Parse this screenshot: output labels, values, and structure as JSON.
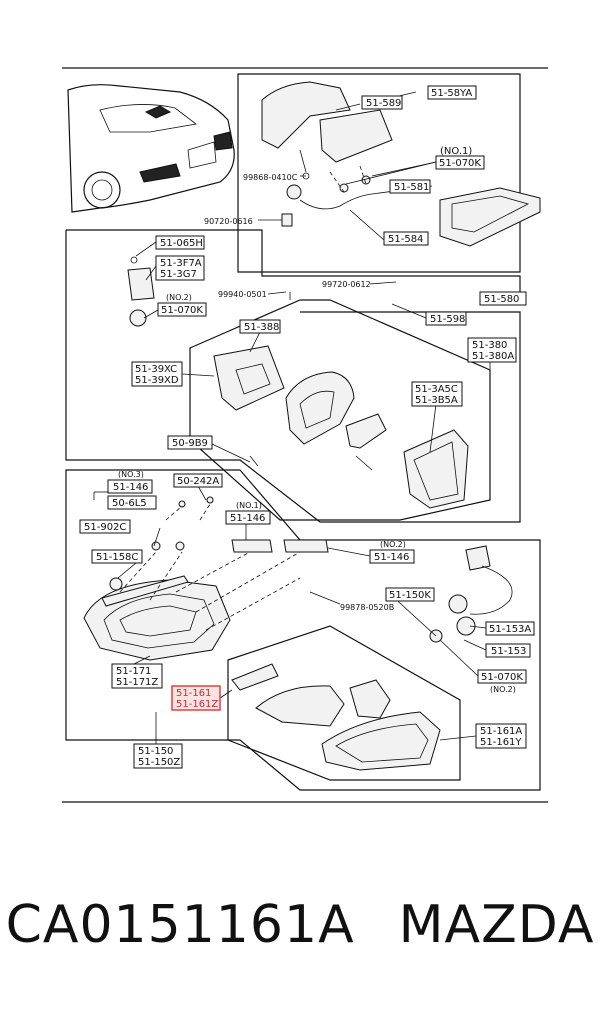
{
  "labels": {
    "l_51_58YA": "51-58YA",
    "l_51_589": "51-589",
    "l_no1_top": "(NO.1)",
    "l_51_070K_top": "51-070K",
    "l_99868": "99868-0410C",
    "l_51_581": "51-581",
    "l_90720": "90720-0616",
    "l_51_584": "51-584",
    "l_51_580": "51-580",
    "l_51_065H": "51-065H",
    "l_51_3F7A": "51-3F7A",
    "l_51_3G7": "51-3G7",
    "l_no2_left": "(NO.2)",
    "l_51_070K_left": "51-070K",
    "l_99940": "99940-0501",
    "l_99720": "99720-0612",
    "l_51_598": "51-598",
    "l_51_388": "51-388",
    "l_51_380": "51-380",
    "l_51_380A": "51-380A",
    "l_51_39XC": "51-39XC",
    "l_51_39XD": "51-39XD",
    "l_51_3A5C": "51-3A5C",
    "l_51_3B5A": "51-3B5A",
    "l_50_9B9": "50-9B9",
    "l_no3": "(NO.3)",
    "l_51_146_a": "51-146",
    "l_50_242A": "50-242A",
    "l_50_6L5": "50-6L5",
    "l_no1_mid": "(NO.1)",
    "l_51_146_b": "51-146",
    "l_51_902C": "51-902C",
    "l_no2_mid": "(NO.2)",
    "l_51_146_c": "51-146",
    "l_51_158C": "51-158C",
    "l_51_150K": "51-150K",
    "l_99878": "99878-0520B",
    "l_51_153A": "51-153A",
    "l_51_153": "51-153",
    "l_51_070K_low": "51-070K",
    "l_no2_low": "(NO.2)",
    "l_51_171": "51-171",
    "l_51_171Z": "51-171Z",
    "l_51_161": "51-161",
    "l_51_161Z": "51-161Z",
    "l_51_161A": "51-161A",
    "l_51_161Y": "51-161Y",
    "l_51_150": "51-150",
    "l_51_150Z": "51-150Z"
  },
  "highlight_color": "#e04040",
  "footer": {
    "part_number": "CA0151161A",
    "brand": "MAZDA"
  }
}
